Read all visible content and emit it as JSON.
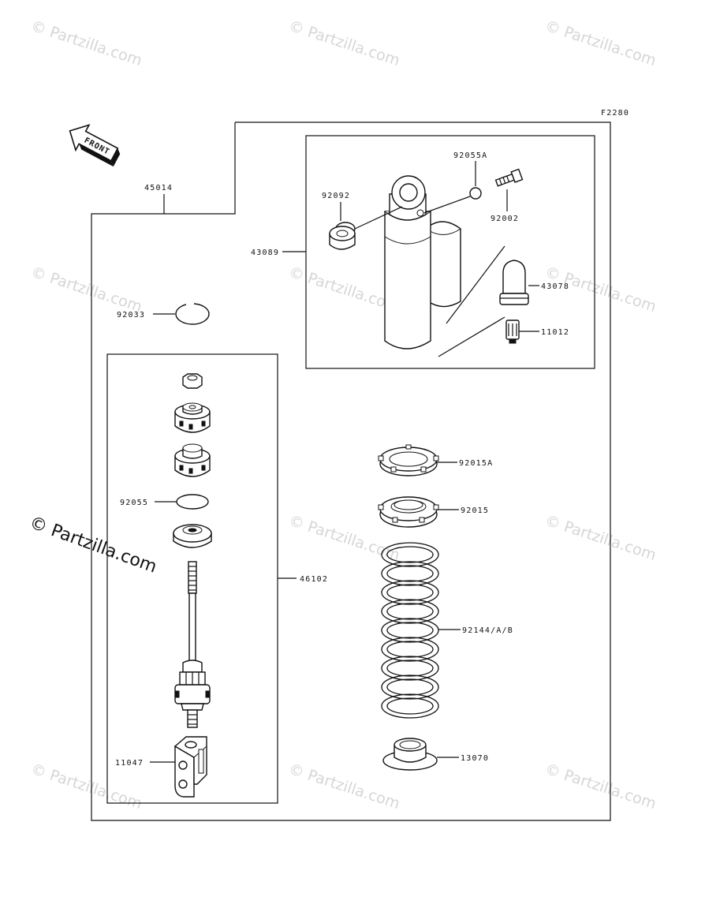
{
  "diagram_code": "F2280",
  "front_label": "FRONT",
  "watermark_text": "© Partzilla.com",
  "parts": {
    "p45014": "45014",
    "p43089": "43089",
    "p92055A": "92055A",
    "p92092": "92092",
    "p92002": "92002",
    "p43078": "43078",
    "p11012": "11012",
    "p92033": "92033",
    "p92055": "92055",
    "p46102": "46102",
    "p11047": "11047",
    "p92015A": "92015A",
    "p92015": "92015",
    "p92144AB": "92144/A/B",
    "p13070": "13070"
  },
  "colors": {
    "line": "#111111",
    "watermark": "#d6d6d6"
  }
}
